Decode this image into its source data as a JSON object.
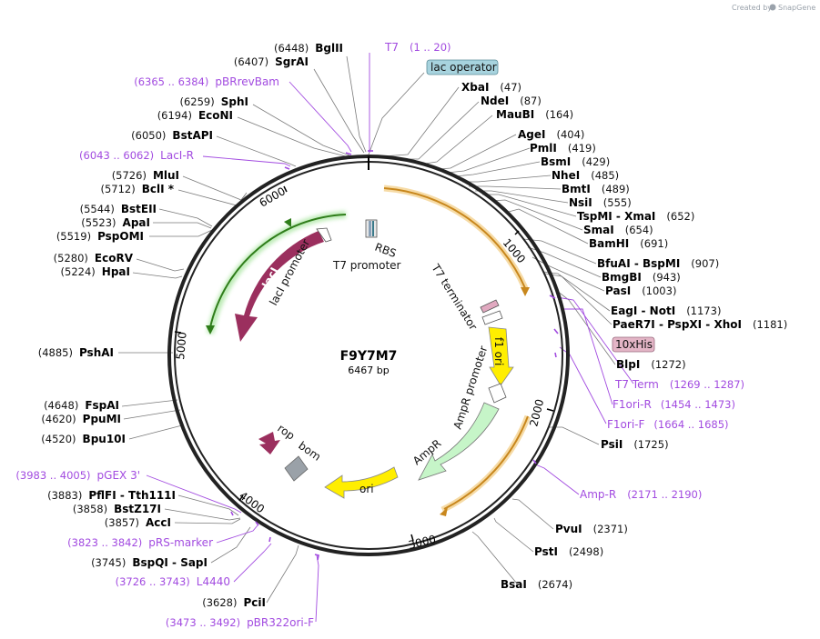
{
  "credit": {
    "prefix": "Created by",
    "brand": "SnapGene",
    "brand_icon": "snapgene-logo-icon"
  },
  "plasmid": {
    "name": "F9Y7M7",
    "size": "6467 bp"
  },
  "ticks": [
    "1000",
    "2000",
    "3000",
    "4000",
    "5000",
    "6000"
  ],
  "features": {
    "lac_operator": "lac operator",
    "his_tag": "10xHis",
    "rbs": "RBS",
    "t7_promoter": "T7 promoter",
    "t7_terminator": "T7 terminator",
    "laci_promoter": "lacI promoter",
    "laci": "lacI",
    "f1_ori": "f1 ori",
    "ampr_promoter": "AmpR promoter",
    "ampr": "AmpR",
    "ori": "ori",
    "rop": "rop",
    "bom": "bom"
  },
  "sites": [
    {
      "pos": "(6448)",
      "name": "BglII"
    },
    {
      "pos": "(6407)",
      "name": "SgrAI"
    },
    {
      "pos": "(6259)",
      "name": "SphI"
    },
    {
      "pos": "(6194)",
      "name": "EcoNI"
    },
    {
      "pos": "(6050)",
      "name": "BstAPI"
    },
    {
      "pos": "(5726)",
      "name": "MluI"
    },
    {
      "pos": "(5712)",
      "name": "BclI *"
    },
    {
      "pos": "(5544)",
      "name": "BstEII"
    },
    {
      "pos": "(5523)",
      "name": "ApaI"
    },
    {
      "pos": "(5519)",
      "name": "PspOMI"
    },
    {
      "pos": "(5280)",
      "name": "EcoRV"
    },
    {
      "pos": "(5224)",
      "name": "HpaI"
    },
    {
      "pos": "(4885)",
      "name": "PshAI"
    },
    {
      "pos": "(4648)",
      "name": "FspAI"
    },
    {
      "pos": "(4620)",
      "name": "PpuMI"
    },
    {
      "pos": "(4520)",
      "name": "Bpu10I"
    },
    {
      "pos": "(3883)",
      "name": "PflFI - Tth111I"
    },
    {
      "pos": "(3858)",
      "name": "BstZ17I"
    },
    {
      "pos": "(3857)",
      "name": "AccI"
    },
    {
      "pos": "(3745)",
      "name": "BspQI - SapI"
    },
    {
      "pos": "(3628)",
      "name": "PciI"
    },
    {
      "name": "XbaI",
      "pos": "(47)"
    },
    {
      "name": "NdeI",
      "pos": "(87)"
    },
    {
      "name": "MauBI",
      "pos": "(164)"
    },
    {
      "name": "AgeI",
      "pos": "(404)"
    },
    {
      "name": "PmlI",
      "pos": "(419)"
    },
    {
      "name": "BsmI",
      "pos": "(429)"
    },
    {
      "name": "NheI",
      "pos": "(485)"
    },
    {
      "name": "BmtI",
      "pos": "(489)"
    },
    {
      "name": "NsiI",
      "pos": "(555)"
    },
    {
      "name": "TspMI - XmaI",
      "pos": "(652)"
    },
    {
      "name": "SmaI",
      "pos": "(654)"
    },
    {
      "name": "BamHI",
      "pos": "(691)"
    },
    {
      "name": "BfuAI - BspMI",
      "pos": "(907)"
    },
    {
      "name": "BmgBI",
      "pos": "(943)"
    },
    {
      "name": "PasI",
      "pos": "(1003)"
    },
    {
      "name": "EagI - NotI",
      "pos": "(1173)"
    },
    {
      "name": "PaeR7I - PspXI - XhoI",
      "pos": "(1181)"
    },
    {
      "name": "BlpI",
      "pos": "(1272)"
    },
    {
      "name": "PsiI",
      "pos": "(1725)"
    },
    {
      "name": "PvuI",
      "pos": "(2371)"
    },
    {
      "name": "PstI",
      "pos": "(2498)"
    },
    {
      "name": "BsaI",
      "pos": "(2674)"
    }
  ],
  "primers": [
    {
      "name": "T7",
      "range": "(1 .. 20)"
    },
    {
      "range": "(6365 .. 6384)",
      "name": "pBRrevBam"
    },
    {
      "range": "(6043 .. 6062)",
      "name": "LacI-R"
    },
    {
      "name": "T7 Term",
      "range": "(1269 .. 1287)"
    },
    {
      "name": "F1ori-R",
      "range": "(1454 .. 1473)"
    },
    {
      "name": "F1ori-F",
      "range": "(1664 .. 1685)"
    },
    {
      "name": "Amp-R",
      "range": "(2171 .. 2190)"
    },
    {
      "range": "(3983 .. 4005)",
      "name": "pGEX 3'"
    },
    {
      "range": "(3823 .. 3842)",
      "name": "pRS-marker"
    },
    {
      "range": "(3726 .. 3743)",
      "name": "L4440"
    },
    {
      "range": "(3473 .. 3492)",
      "name": "pBR322ori-F"
    }
  ],
  "colors": {
    "primer": "#a24be0",
    "lacI": "#9b2f5e",
    "ampR": "#c6f5c8",
    "ori": "#ffee00",
    "f1ori": "#ffee00",
    "green_arrow": "#2f7d1a",
    "orange_arrow": "#c8871d",
    "lac_operator_box": "#a7d3de",
    "his_box": "#e3b5c6"
  }
}
